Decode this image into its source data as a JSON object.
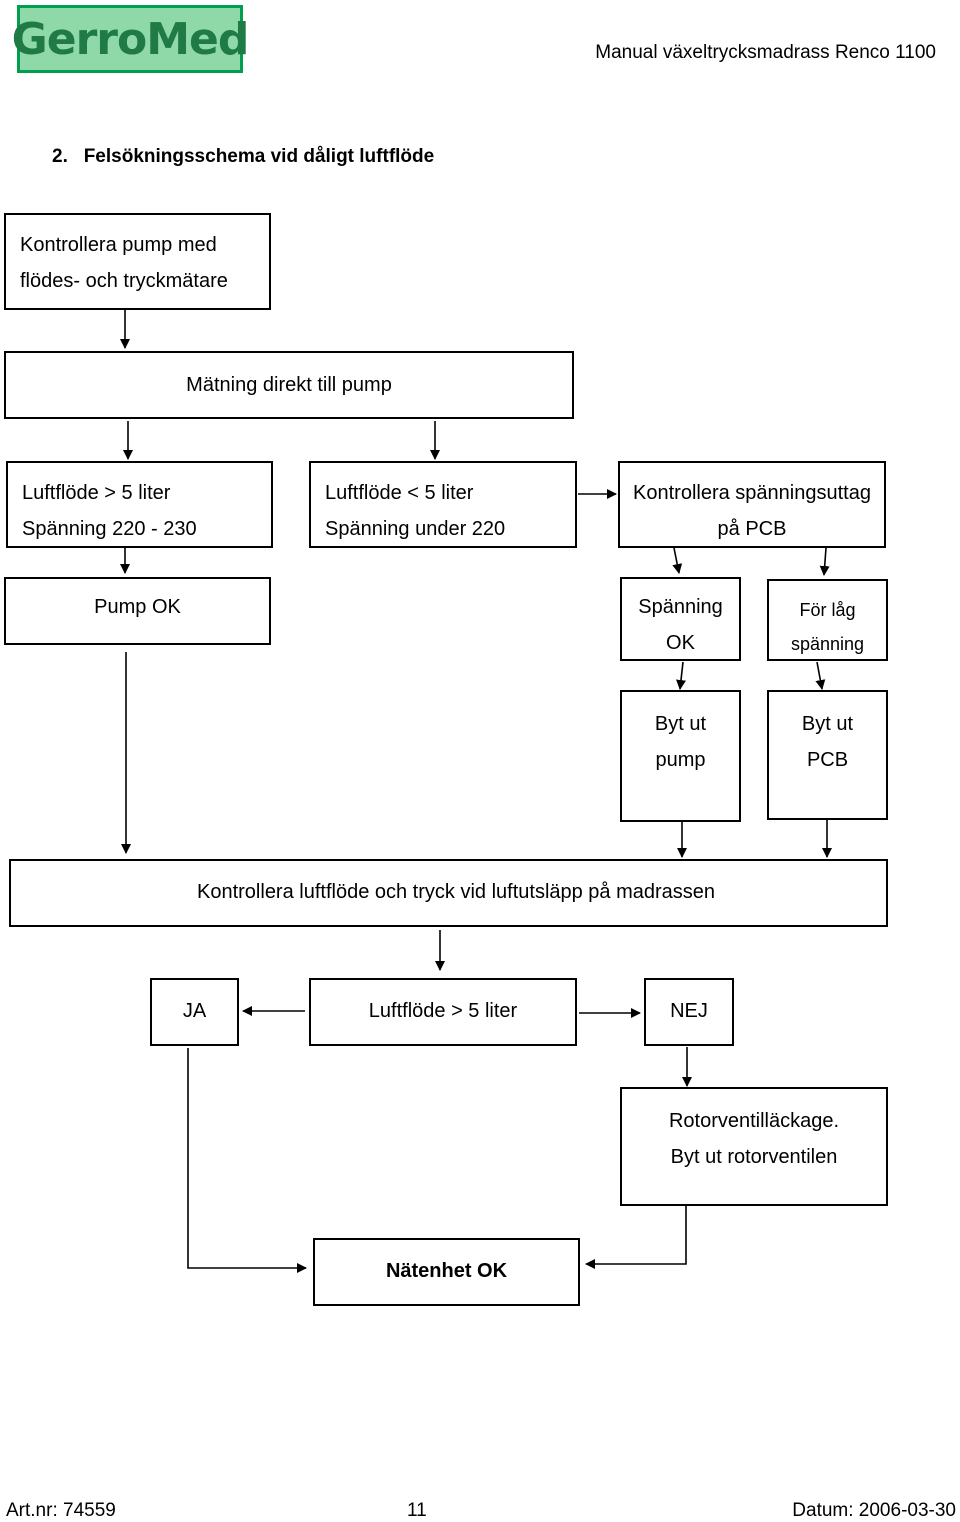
{
  "header": {
    "logo_text": "GerroMed",
    "document_title": "Manual växeltrycksmadrass Renco 1100"
  },
  "section": {
    "number": "2.",
    "title": "Felsökningsschema vid dåligt luftflöde"
  },
  "flowchart": {
    "check_pump": [
      "Kontrollera pump med",
      "flödes- och tryckmätare"
    ],
    "measure_pump": "Mätning direkt till pump",
    "flow_high": [
      "Luftflöde > 5 liter",
      "Spänning 220 - 230"
    ],
    "flow_low": [
      "Luftflöde < 5 liter",
      "Spänning under 220"
    ],
    "check_voltage": [
      "Kontrollera spänningsuttag",
      "på PCB"
    ],
    "pump_ok": "Pump OK",
    "voltage_ok": [
      "Spänning",
      "OK"
    ],
    "voltage_low": [
      "För låg",
      "spänning"
    ],
    "replace_pump": [
      "Byt ut",
      "pump"
    ],
    "replace_pcb": [
      "Byt ut",
      "PCB"
    ],
    "check_mattress": "Kontrollera luftflöde och tryck vid luftutsläpp på madrassen",
    "yes": "JA",
    "flow_question": "Luftflöde > 5 liter",
    "no": "NEJ",
    "rotor_leak": [
      "Rotorventilläckage.",
      "Byt ut rotorventilen"
    ],
    "power_unit_ok": "Nätenhet OK"
  },
  "footer": {
    "article": "Art.nr: 74559",
    "page": "11",
    "date": "Datum: 2006-03-30"
  },
  "colors": {
    "logo_border": "#009e4f",
    "logo_fill": "#8fd9a8",
    "logo_text": "#1f7a45"
  }
}
